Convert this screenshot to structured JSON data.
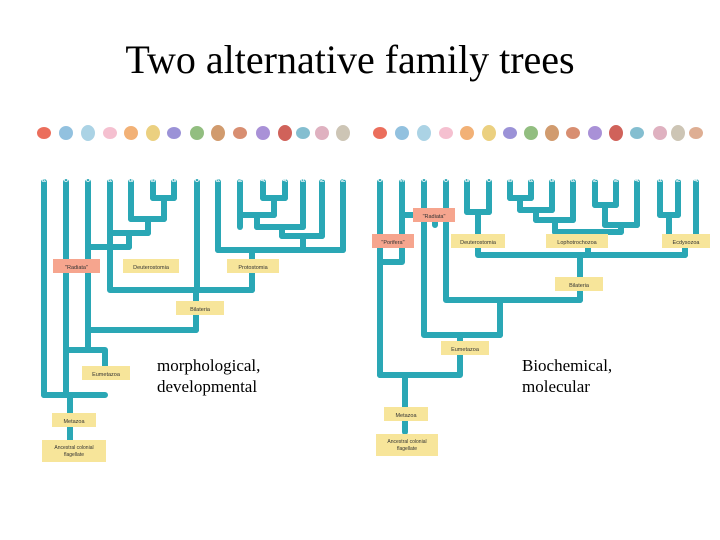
{
  "title": "Two alternative family trees",
  "colors": {
    "branch": "#2aa7b5",
    "node_fill": "#f7e59a",
    "radiata_fill": "#f6a58e",
    "tip_label": "#ffffff",
    "node_label": "#333333"
  },
  "left_tree": {
    "caption": "morphological,\ndevelopmental",
    "tips": [
      "Porifera",
      "Cnidaria",
      "Ctenophora",
      "Phoronida",
      "Ectoprocta",
      "Brachiopoda",
      "Echinodermata",
      "Chordata",
      "Platyhelminthes",
      "Mollusca",
      "Annelida",
      "Arthropoda",
      "Rotifera",
      "Nemertea",
      "Nematoda"
    ],
    "nodes": {
      "radiata": "\"Radiata\"",
      "deuterostomia": "Deuterostomia",
      "protostomia": "Protostomia",
      "bilateria": "Bilateria",
      "eumetazoa": "Eumetazoa",
      "metazoa": "Metazoa",
      "ancestor": "Ancestral colonial flagellate"
    }
  },
  "right_tree": {
    "caption": "Biochemical,\nmolecular",
    "tips": [
      "Calcarea",
      "Silicea",
      "Ctenophora",
      "Cnidaria",
      "Echinodermata",
      "Chordata",
      "Brachiopoda",
      "Phoronida",
      "Ectoprocta",
      "Platyhelminthes",
      "Nemertea",
      "Mollusca",
      "Annelida",
      "Rotifera",
      "Nematoda",
      "Arthropoda"
    ],
    "nodes": {
      "radiata": "\"Radiata\"",
      "porifera": "\"Porifera\"",
      "deuterostomia": "Deuterostomia",
      "lophotrochozoa": "Lophotrochozoa",
      "ecdysozoa": "Ecdysozoa",
      "bilateria": "Bilateria",
      "eumetazoa": "Eumetazoa",
      "metazoa": "Metazoa",
      "ancestor": "Ancestral colonial flagellate"
    }
  }
}
